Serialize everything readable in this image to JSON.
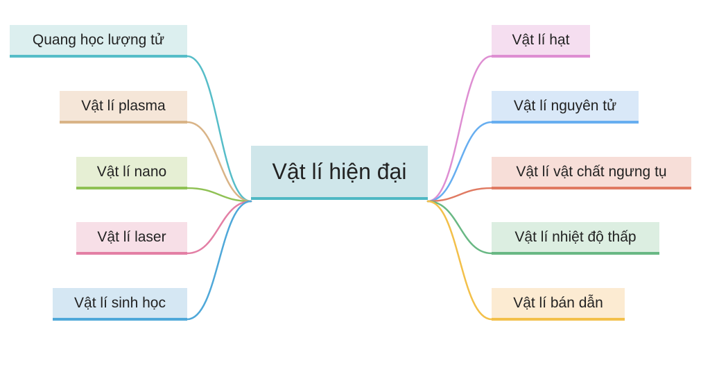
{
  "central_topic": "Vật lí hiện đại",
  "left_branches": [
    {
      "label": "Quang học lượng tử",
      "color": "#56bdc8",
      "fill": "#dcefef"
    },
    {
      "label": "Vật lí plasma",
      "color": "#d9b487",
      "fill": "#f5e6d8"
    },
    {
      "label": "Vật lí nano",
      "color": "#8fc154",
      "fill": "#e6efd4"
    },
    {
      "label": "Vật lí laser",
      "color": "#e37fa5",
      "fill": "#f7dfe7"
    },
    {
      "label": "Vật lí sinh học",
      "color": "#4fa8d9",
      "fill": "#d5e7f3"
    }
  ],
  "right_branches": [
    {
      "label": "Vật lí hạt",
      "color": "#de8ed2",
      "fill": "#f5def0"
    },
    {
      "label": "Vật lí nguyên tử",
      "color": "#67aef0",
      "fill": "#d9e8f8"
    },
    {
      "label": "Vật lí vật chất ngưng tụ",
      "color": "#e07a62",
      "fill": "#f7ded8"
    },
    {
      "label": "Vật lí nhiệt độ thấp",
      "color": "#69b884",
      "fill": "#dceee1"
    },
    {
      "label": "Vật lí bán dẫn",
      "color": "#f3c04a",
      "fill": "#fcebd2"
    }
  ]
}
